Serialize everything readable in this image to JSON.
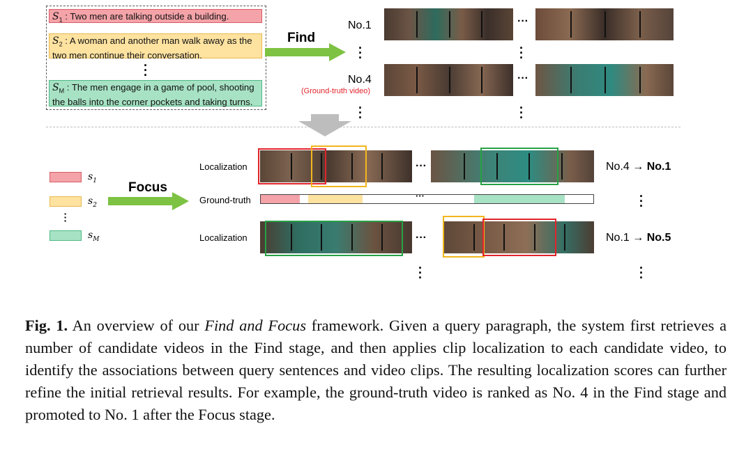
{
  "query": {
    "sentences": [
      {
        "var": "S",
        "sub": "1",
        "text": ": Two men are talking outside a building."
      },
      {
        "var": "S",
        "sub": "2",
        "text": ": A woman and another man walk away as the two men continue their conversation."
      },
      {
        "var": "S",
        "sub": "M",
        "text": ": The men engage in a game of pool, shooting the balls into the corner pockets and taking turns."
      }
    ]
  },
  "find": {
    "label": "Find",
    "rank1": "No.1",
    "rank4": "No.4",
    "gt_note": "(Ground-truth video)",
    "ellipsis": "···"
  },
  "focus": {
    "label": "Focus",
    "legend": [
      {
        "var": "s",
        "sub": "1",
        "color": "#f4a3a8"
      },
      {
        "var": "s",
        "sub": "2",
        "color": "#fde2a0"
      },
      {
        "var": "s",
        "sub": "M",
        "color": "#a7e2c4"
      }
    ],
    "row1_label": "Localization",
    "gt_label": "Ground-truth",
    "row2_label": "Localization",
    "row1_rank_from": "No.4 → ",
    "row1_rank_to": "No.1",
    "row2_rank_from": "No.1 → ",
    "row2_rank_to": "No.5",
    "ellipsis": "···"
  },
  "caption": {
    "fig": "Fig. 1.",
    "t1": " An overview of our ",
    "em": "Find and Focus",
    "t2": " framework. Given a query paragraph, the system first retrieves a number of candidate videos in the Find stage, and then applies clip localization to each candidate video, to identify the associations between query sentences and video clips. The resulting localization scores can further refine the initial retrieval results. For example, the ground-truth video is ranked as No. 4 in the Find stage and promoted to No. 1 after the Focus stage."
  },
  "colors": {
    "red": "#e2232b",
    "yellow": "#f3b51c",
    "green": "#27a145",
    "arrow": "#7dc242",
    "gray": "#bdbdbd"
  }
}
